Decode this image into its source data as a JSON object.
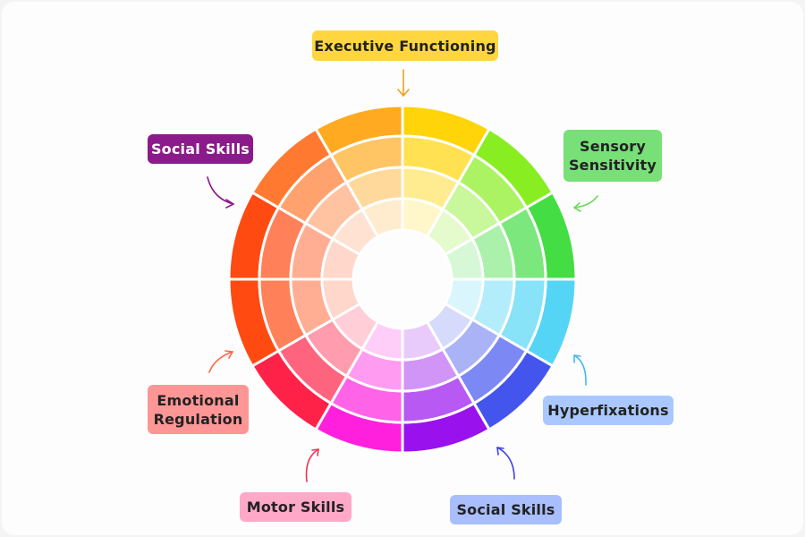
{
  "labels": {
    "executive": "Executive Functioning",
    "sensory_line1": "Sensory",
    "sensory_line2": "Sensitivity",
    "social_top": "Social Skills",
    "emotional_line1": "Emotional",
    "emotional_line2": "Regulation",
    "motor": "Motor Skills",
    "social_bottom": "Social Skills",
    "hyperfixations": "Hyperfixations"
  },
  "colors": {
    "segments_outer": [
      "#FFD408",
      "#88EE22",
      "#44DD44",
      "#55D5F5",
      "#4455EE",
      "#9912EE",
      "#FF20DD",
      "#FF2248",
      "#FF4A12",
      "#FF4A12",
      "#FF7A30",
      "#FFAA20"
    ],
    "executive_bg": "#FFD640",
    "sensory_bg": "#77E077",
    "social_top_bg": "#8B1A8A",
    "emotional_bg": "#FF9696",
    "motor_bg": "#FFA8C8",
    "social_bottom_bg": "#A8BEFF",
    "hyperfixations_bg": "#AAC8FF"
  }
}
